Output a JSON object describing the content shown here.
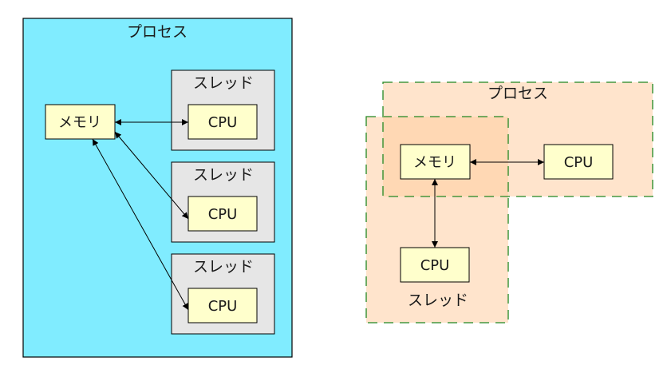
{
  "left_diagram": {
    "process_label": "プロセス",
    "memory_label": "メモリ",
    "threads": [
      {
        "label": "スレッド",
        "cpu_label": "CPU"
      },
      {
        "label": "スレッド",
        "cpu_label": "CPU"
      },
      {
        "label": "スレッド",
        "cpu_label": "CPU"
      }
    ],
    "colors": {
      "process_fill": "#80ecff",
      "thread_fill": "#e6e6e6",
      "node_fill": "#ffffcc"
    }
  },
  "right_diagram": {
    "process_label": "プロセス",
    "memory_label": "メモリ",
    "cpu_label": "CPU",
    "thread_label": "スレッド",
    "thread_cpu_label": "CPU",
    "colors": {
      "region_fill": "#ffe4cc",
      "overlap_fill": "#ffd8b4",
      "dash_stroke": "#228822",
      "node_fill": "#ffffcc"
    }
  }
}
